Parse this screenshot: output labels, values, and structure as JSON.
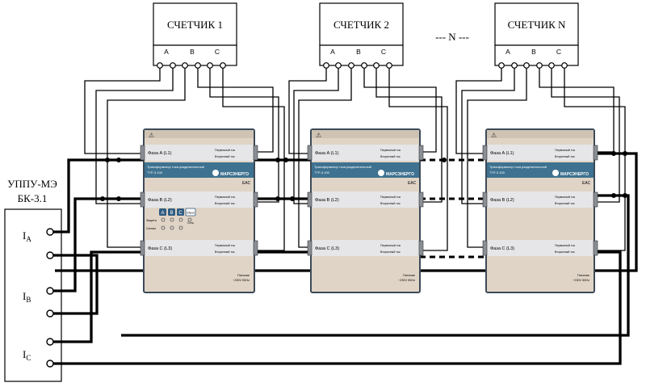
{
  "meters": [
    {
      "title": "СЧЕТЧИК 1",
      "phases": [
        "A",
        "B",
        "C"
      ]
    },
    {
      "title": "СЧЕТЧИК 2",
      "phases": [
        "A",
        "B",
        "C"
      ]
    },
    {
      "title": "СЧЕТЧИК N",
      "phases": [
        "A",
        "B",
        "C"
      ]
    }
  ],
  "n_separator": "--- N ---",
  "source": {
    "title_line1": "УППУ-МЭ",
    "title_line2": "БК-3.1",
    "terminals": [
      {
        "letter": "I",
        "sub": "A"
      },
      {
        "letter": "I",
        "sub": "B"
      },
      {
        "letter": "I",
        "sub": "C"
      }
    ]
  },
  "transformer": {
    "title_line1": "Трансформатор тока разделительный",
    "title_line2": "ТТР-3.100",
    "brand": "МАРСЭНЕРГО",
    "mark": "EAC",
    "phase_labels": [
      "Фаза A (L1)",
      "Фаза B (L2)",
      "Фаза C (L3)"
    ],
    "primary_label": "Первичный ток",
    "secondary_label": "Вторичный ток",
    "buttons": [
      "A",
      "B",
      "C"
    ],
    "reset_label": "Сброс",
    "protection_label": "Защита",
    "signal_label": "Сигнал",
    "network_label": "Сеть",
    "power_line1": "Питание",
    "power_line2": "~230V 50Hz"
  }
}
